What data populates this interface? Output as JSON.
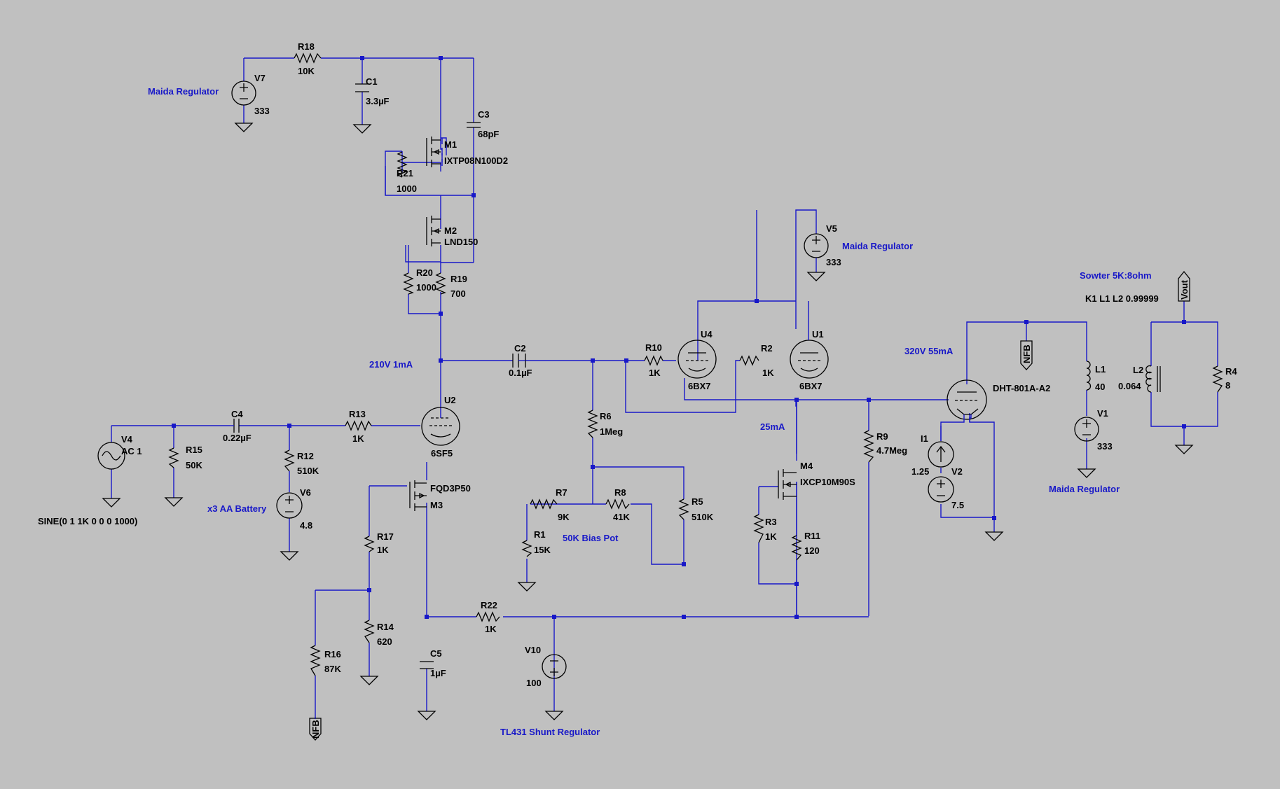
{
  "components": {
    "R18": {
      "name": "R18",
      "value": "10K"
    },
    "C1": {
      "name": "C1",
      "value": "3.3µF"
    },
    "C3": {
      "name": "C3",
      "value": "68pF"
    },
    "V7": {
      "name": "V7",
      "value": "333"
    },
    "M1": {
      "name": "M1",
      "value": "IXTP08N100D2"
    },
    "R21": {
      "name": "R21",
      "value": "1000"
    },
    "M2": {
      "name": "M2",
      "value": "LND150"
    },
    "R20": {
      "name": "R20",
      "value": "1000"
    },
    "R19": {
      "name": "R19",
      "value": "700"
    },
    "C2": {
      "name": "C2",
      "value": "0.1µF"
    },
    "U2": {
      "name": "U2",
      "value": "6SF5"
    },
    "C4": {
      "name": "C4",
      "value": "0.22µF"
    },
    "V4": {
      "name": "V4",
      "value": "AC 1"
    },
    "R15": {
      "name": "R15",
      "value": "50K"
    },
    "R12": {
      "name": "R12",
      "value": "510K"
    },
    "R13": {
      "name": "R13",
      "value": "1K"
    },
    "V6": {
      "name": "V6",
      "value": "4.8"
    },
    "M3": {
      "name": "M3",
      "value": "FQD3P50"
    },
    "R17": {
      "name": "R17",
      "value": "1K"
    },
    "R14": {
      "name": "R14",
      "value": "620"
    },
    "R16": {
      "name": "R16",
      "value": "87K"
    },
    "C5": {
      "name": "C5",
      "value": "1µF"
    },
    "R22": {
      "name": "R22",
      "value": "1K"
    },
    "V10": {
      "name": "V10",
      "value": "100"
    },
    "R6": {
      "name": "R6",
      "value": "1Meg"
    },
    "R7": {
      "name": "R7",
      "value": "9K"
    },
    "R8": {
      "name": "R8",
      "value": "41K"
    },
    "R1": {
      "name": "R1",
      "value": "15K"
    },
    "R5": {
      "name": "R5",
      "value": "510K"
    },
    "R10": {
      "name": "R10",
      "value": "1K"
    },
    "U4": {
      "name": "U4",
      "value": "6BX7"
    },
    "R2": {
      "name": "R2",
      "value": "1K"
    },
    "U1": {
      "name": "U1",
      "value": "6BX7"
    },
    "V5": {
      "name": "V5",
      "value": "333"
    },
    "M4": {
      "name": "M4",
      "value": "IXCP10M90S"
    },
    "R3": {
      "name": "R3",
      "value": "1K"
    },
    "R11": {
      "name": "R11",
      "value": "120"
    },
    "R9": {
      "name": "R9",
      "value": "4.7Meg"
    },
    "I1": {
      "name": "I1",
      "value": "1.25"
    },
    "V2": {
      "name": "V2",
      "value": "7.5"
    },
    "DHT": {
      "name": "DHT-801A-A2"
    },
    "L1": {
      "name": "L1",
      "value": "40"
    },
    "V1": {
      "name": "V1",
      "value": "333"
    },
    "L2": {
      "name": "L2",
      "value": "0.064"
    },
    "R4": {
      "name": "R4",
      "value": "8"
    }
  },
  "annotations": {
    "maida_v7": "Maida Regulator",
    "maida_v5": "Maida Regulator",
    "maida_v1": "Maida Regulator",
    "u2_bias": "210V 1mA",
    "battery": "x3 AA Battery",
    "sine": "SINE(0 1 1K 0 0 0 1000)",
    "bias_pot": "50K Bias Pot",
    "shunt": "TL431 Shunt Regulator",
    "u1_current": "25mA",
    "dht_bias": "320V 55mA",
    "transformer": "Sowter 5K:8ohm",
    "coupling": "K1 L1 L2 0.99999"
  },
  "net_labels": {
    "vout": "Vout",
    "nfb_top": "NFB",
    "nfb_bottom": "NFB"
  },
  "colors": {
    "wire": "#1818c8",
    "component": "#000000",
    "background": "#c0c0c0",
    "note": "#1818c8"
  }
}
